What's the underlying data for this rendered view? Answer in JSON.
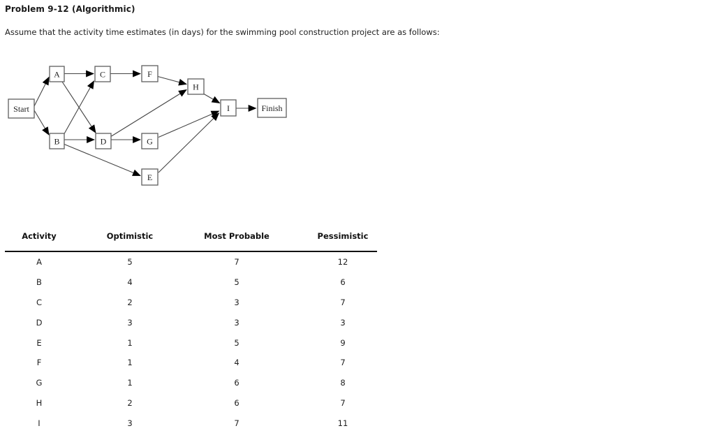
{
  "page": {
    "title": "Problem 9-12 (Algorithmic)",
    "intro": "Assume that the activity time estimates (in days) for the swimming pool construction project are as follows:"
  },
  "diagram": {
    "nodes": [
      {
        "id": "Start",
        "label": "Start"
      },
      {
        "id": "A",
        "label": "A"
      },
      {
        "id": "B",
        "label": "B"
      },
      {
        "id": "C",
        "label": "C"
      },
      {
        "id": "D",
        "label": "D"
      },
      {
        "id": "E",
        "label": "E"
      },
      {
        "id": "F",
        "label": "F"
      },
      {
        "id": "G",
        "label": "G"
      },
      {
        "id": "H",
        "label": "H"
      },
      {
        "id": "I",
        "label": "I"
      },
      {
        "id": "Finish",
        "label": "Finish"
      }
    ],
    "edges": [
      {
        "from": "Start",
        "to": "A"
      },
      {
        "from": "Start",
        "to": "B"
      },
      {
        "from": "A",
        "to": "C"
      },
      {
        "from": "A",
        "to": "D"
      },
      {
        "from": "B",
        "to": "C"
      },
      {
        "from": "B",
        "to": "D"
      },
      {
        "from": "B",
        "to": "E"
      },
      {
        "from": "C",
        "to": "F"
      },
      {
        "from": "D",
        "to": "G"
      },
      {
        "from": "D",
        "to": "H"
      },
      {
        "from": "F",
        "to": "H"
      },
      {
        "from": "G",
        "to": "I"
      },
      {
        "from": "E",
        "to": "I"
      },
      {
        "from": "H",
        "to": "I"
      },
      {
        "from": "I",
        "to": "Finish"
      }
    ]
  },
  "table": {
    "headers": [
      "Activity",
      "Optimistic",
      "Most Probable",
      "Pessimistic"
    ],
    "rows": [
      {
        "activity": "A",
        "optimistic": "5",
        "most_probable": "7",
        "pessimistic": "12"
      },
      {
        "activity": "B",
        "optimistic": "4",
        "most_probable": "5",
        "pessimistic": "6"
      },
      {
        "activity": "C",
        "optimistic": "2",
        "most_probable": "3",
        "pessimistic": "7"
      },
      {
        "activity": "D",
        "optimistic": "3",
        "most_probable": "3",
        "pessimistic": "3"
      },
      {
        "activity": "E",
        "optimistic": "1",
        "most_probable": "5",
        "pessimistic": "9"
      },
      {
        "activity": "F",
        "optimistic": "1",
        "most_probable": "4",
        "pessimistic": "7"
      },
      {
        "activity": "G",
        "optimistic": "1",
        "most_probable": "6",
        "pessimistic": "8"
      },
      {
        "activity": "H",
        "optimistic": "2",
        "most_probable": "6",
        "pessimistic": "7"
      },
      {
        "activity": "I",
        "optimistic": "3",
        "most_probable": "7",
        "pessimistic": "11"
      }
    ]
  },
  "colors": {
    "text": "#1f1f1f",
    "diagram_line": "#444444",
    "box_border": "#5f5f5f",
    "arrowhead": "#000000",
    "background": "#ffffff"
  }
}
